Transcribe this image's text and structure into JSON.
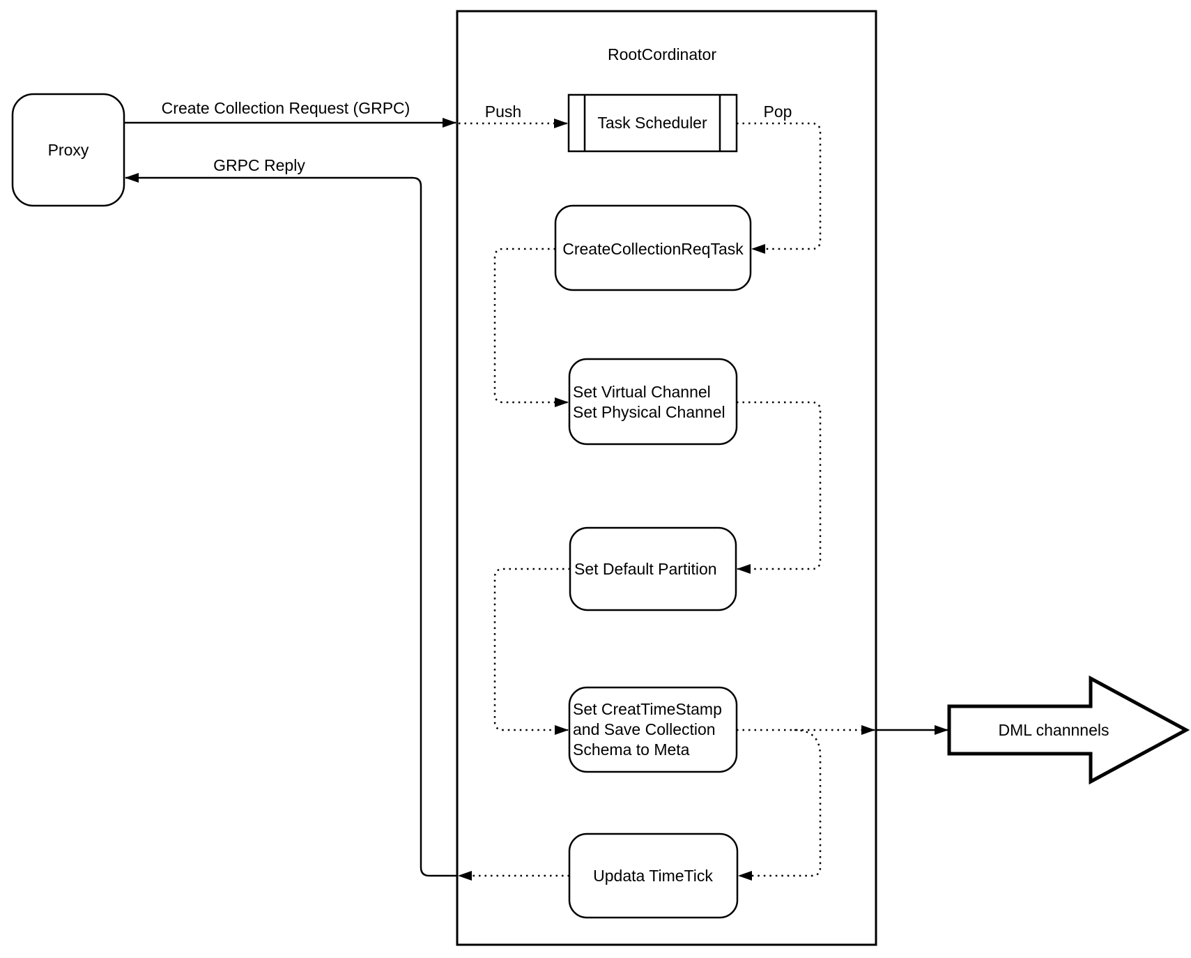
{
  "diagram": {
    "proxy": {
      "label": "Proxy"
    },
    "root_coordinator": {
      "title": "RootCordinator"
    },
    "task_scheduler": {
      "label": "Task Scheduler"
    },
    "create_collection_req_task": {
      "label": "CreateCollectionReqTask"
    },
    "set_channels": {
      "line1": "Set Virtual Channel",
      "line2": "Set Physical Channel"
    },
    "set_default_partition": {
      "label": "Set Default Partition"
    },
    "set_creat_timestamp": {
      "line1": "Set CreatTimeStamp",
      "line2": "and Save Collection",
      "line3": "Schema to Meta"
    },
    "updata_timetick": {
      "label": "Updata TimeTick"
    },
    "dml_channels": {
      "label": "DML channnels"
    },
    "labels": {
      "create_collection_request": "Create Collection Request (GRPC)",
      "grpc_reply": "GRPC Reply",
      "push": "Push",
      "pop": "Pop"
    },
    "colors": {
      "stroke": "#000000",
      "fill": "#ffffff"
    }
  }
}
